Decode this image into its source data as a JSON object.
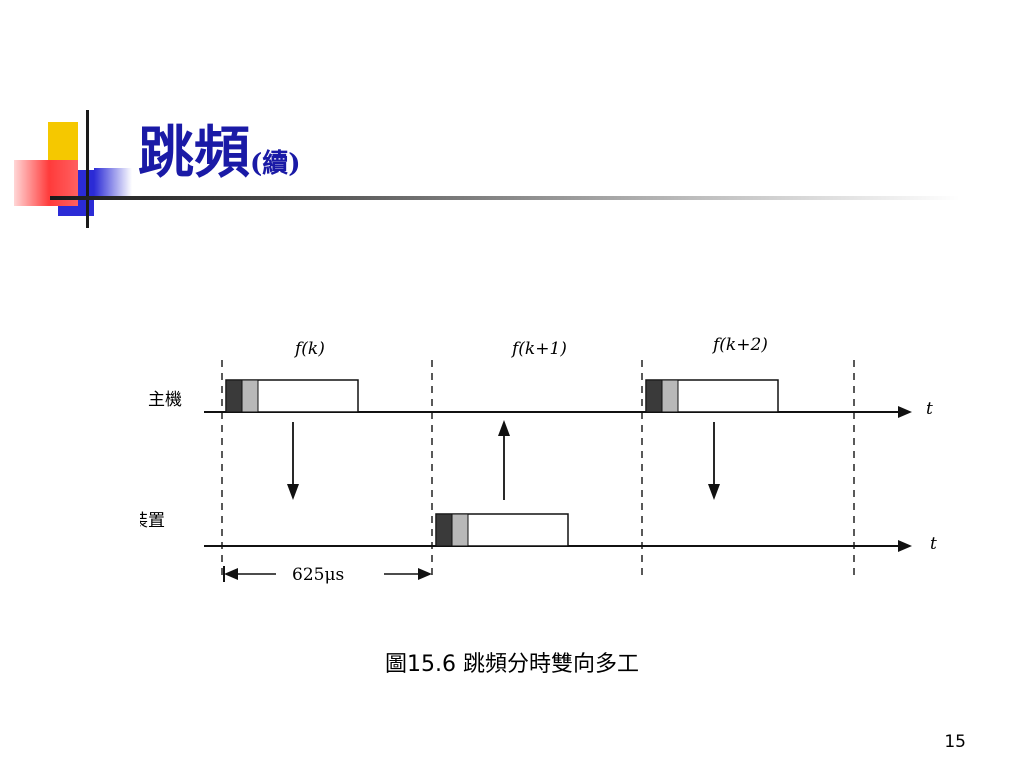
{
  "slide": {
    "title": "跳頻",
    "title_suffix": "(續)",
    "caption": "圖15.6 跳頻分時雙向多工",
    "page_number": "15",
    "accent_color": "#1a1aa6"
  },
  "diagram": {
    "master_label": "主機",
    "slave_label": "從屬裝置",
    "freq_labels": [
      "f(k)",
      "f(k+1)",
      "f(k+2)"
    ],
    "time_axis_label": "t",
    "slot_duration": "625μs"
  }
}
